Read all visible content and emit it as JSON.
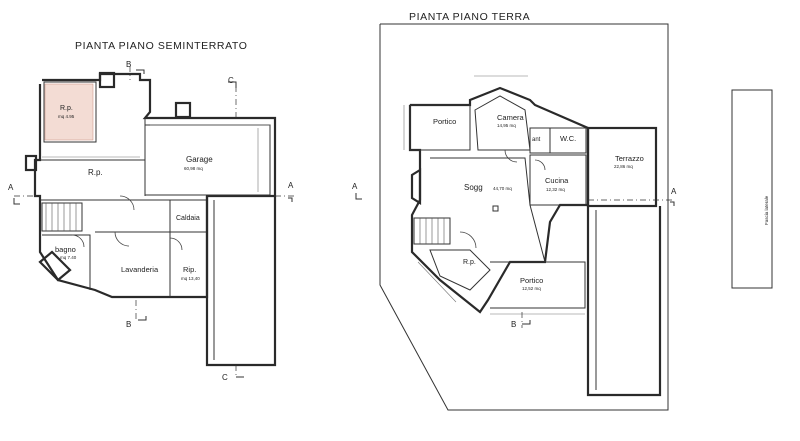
{
  "titles": {
    "basement": "PIANTA PIANO SEMINTERRATO",
    "ground": "PIANTA PIANO TERRA"
  },
  "rooms_basement": {
    "rp_top": "R.p.",
    "rp_top_area": "mq  4.95",
    "rp_main": "R.p.",
    "garage": "Garage",
    "garage_area": "60,98 mq",
    "caldaia": "Caldaia",
    "bagno": "bagno",
    "bagno_area": "mq 7.40",
    "lavanderia": "Lavanderia",
    "rip": "Rip.",
    "rip_area": "mq 13,40"
  },
  "rooms_ground": {
    "portico_top": "Portico",
    "camera": "Camera",
    "camera_area": "14,95 mq",
    "wc": "W.C.",
    "ant": "ant",
    "cucina": "Cucina",
    "cucina_area": "12,32 mq",
    "terrazzo": "Terrazzo",
    "terrazzo_area": "22,86 mq",
    "sogg": "Sogg",
    "sogg_area": "44,70 mq",
    "rp": "R.p.",
    "portico_bottom": "Portico",
    "portico_bottom_area": "12,52 mq",
    "side_label": "Fascia laterale"
  },
  "section_marks": {
    "a": "A",
    "b": "B",
    "c": "C"
  }
}
